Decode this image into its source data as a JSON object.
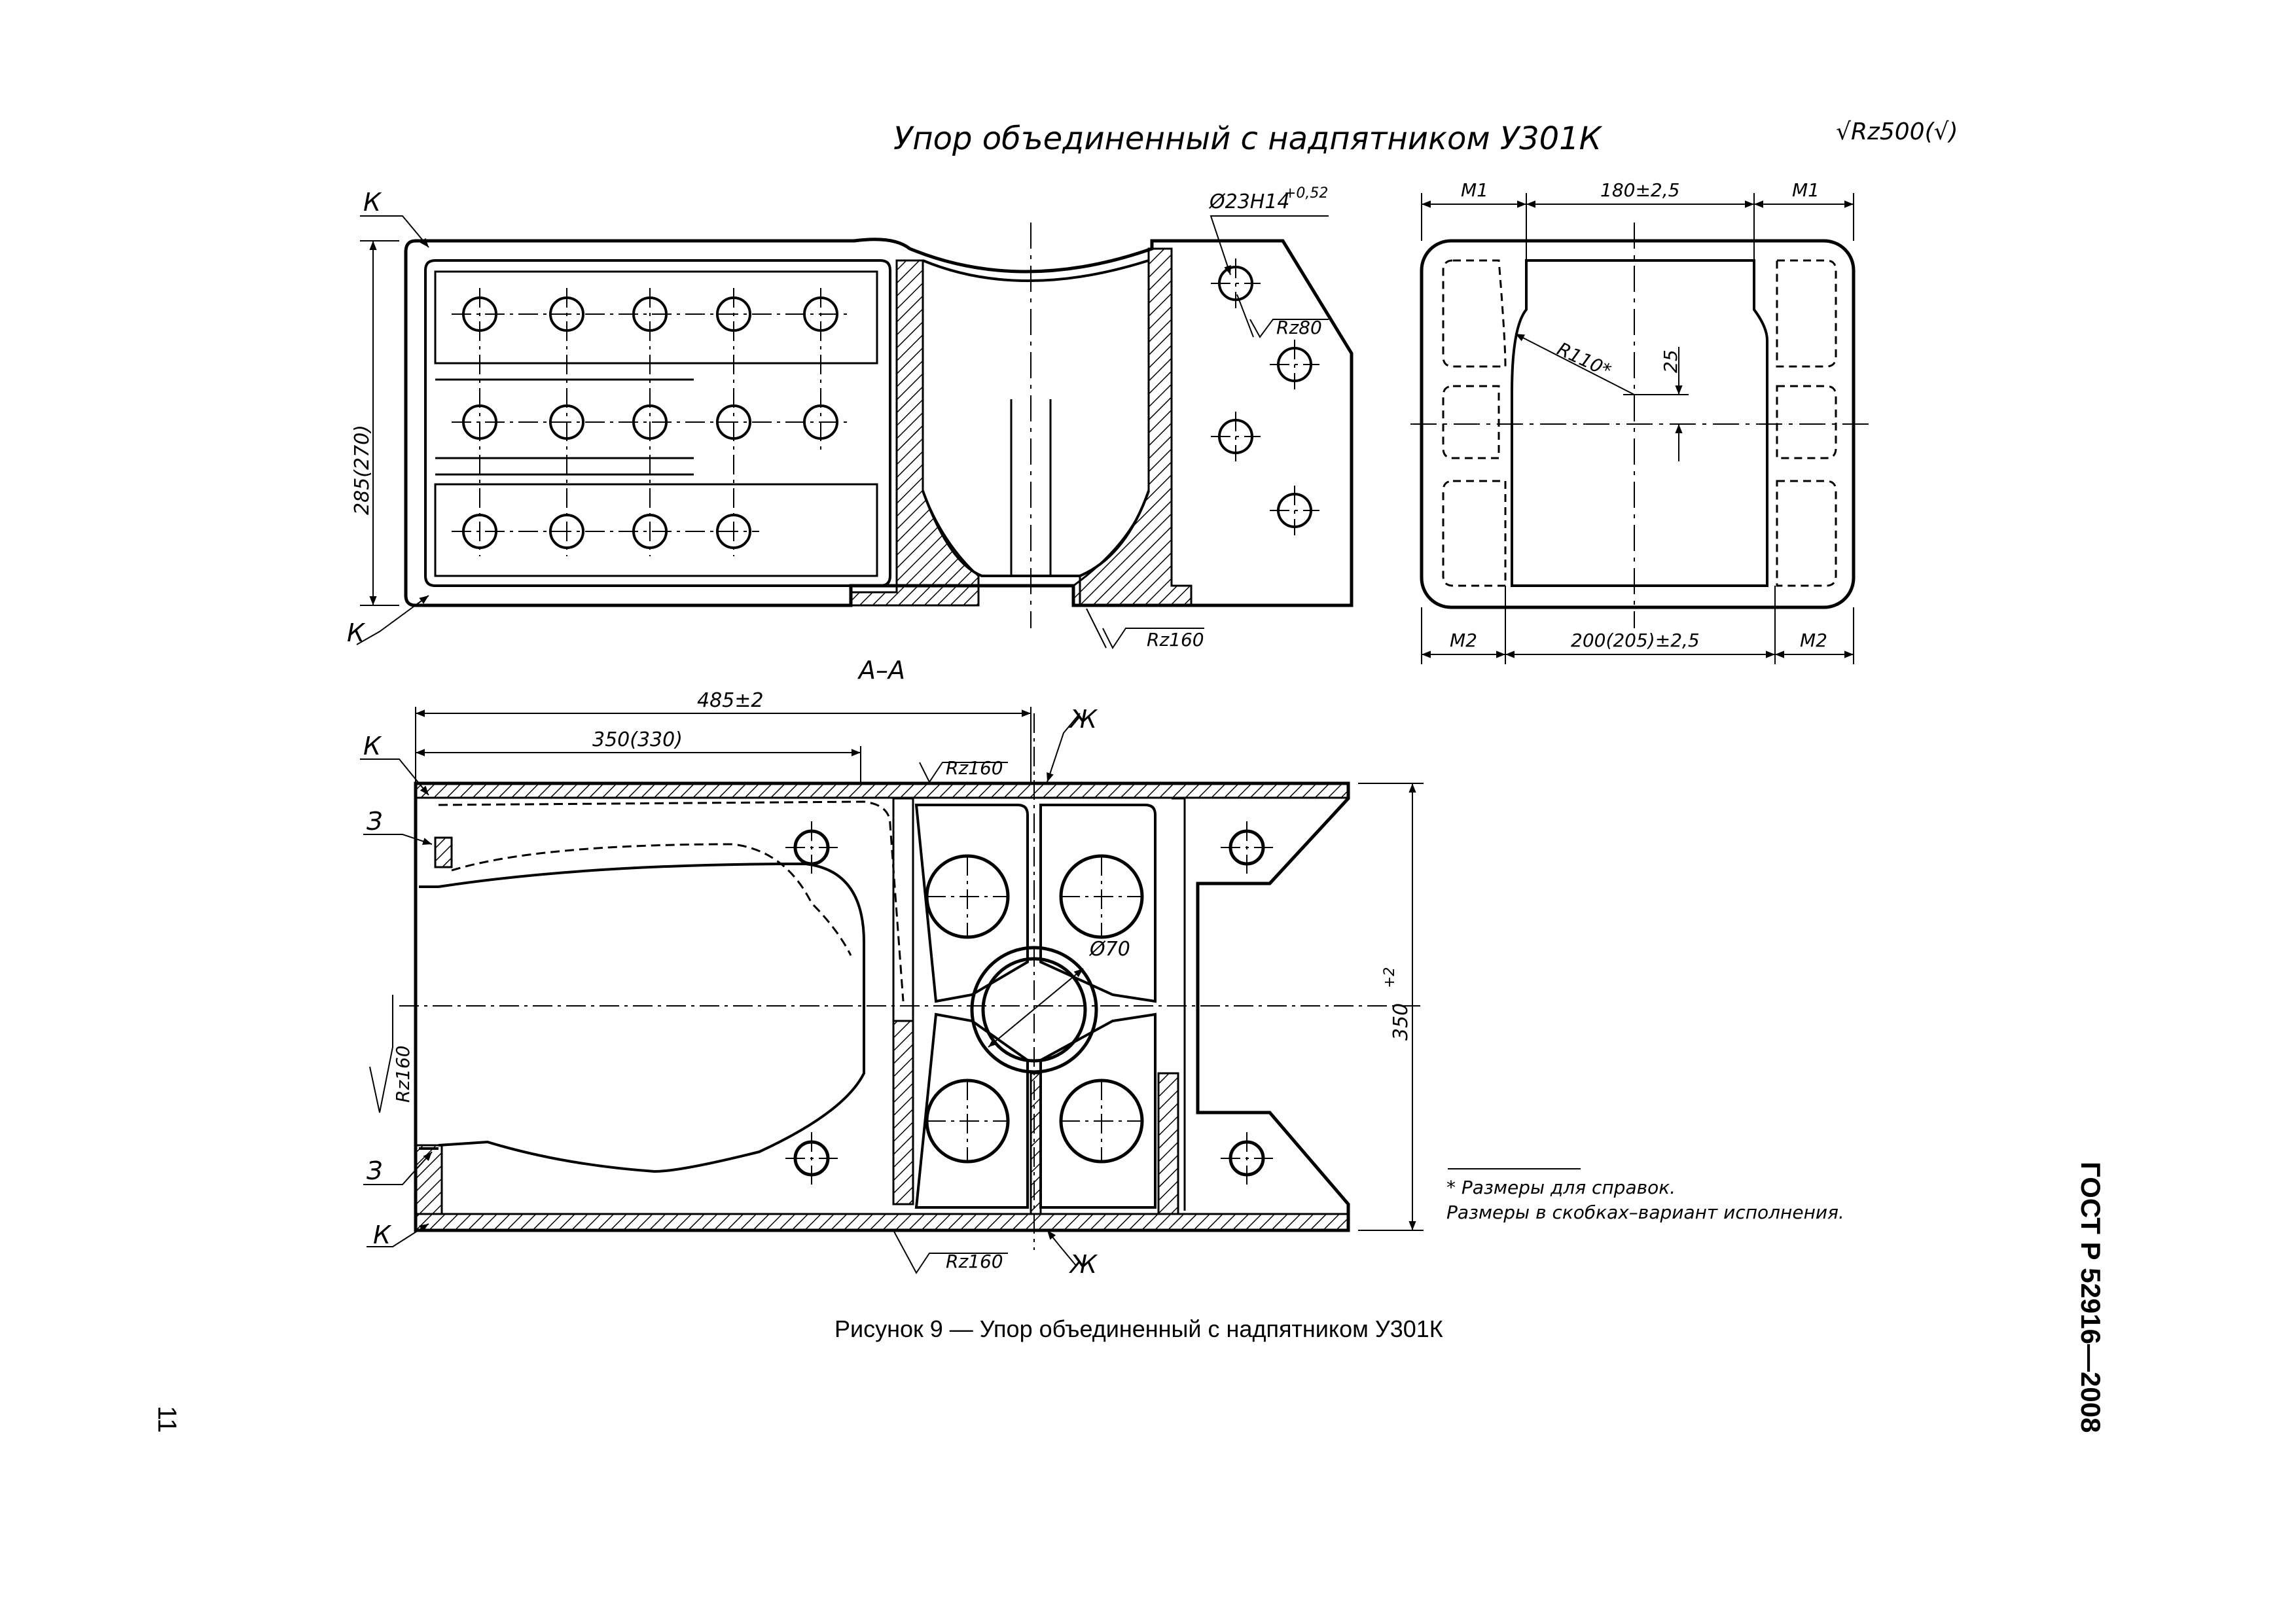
{
  "header": {
    "title": "Упор объединенный с надпятником У301К",
    "roughness_general": "√Rz500(√)"
  },
  "caption": "Рисунок 9 — Упор объединенный с надпятником У301К",
  "standard": "ГОСТ Р 52916—2008",
  "page_number": "11",
  "notes": {
    "line1": "* Размеры для справок.",
    "line2": "Размеры в скобках–вариант исполнения."
  },
  "top_view": {
    "label_k_top": "К",
    "label_k_bottom": "К",
    "dim_height": "285(270)",
    "hole_callout": "Ø23H14",
    "hole_tolerance": "+0,52",
    "rough_hole": "Rz80",
    "rough_bottom": "Rz160",
    "section_label": "А–А"
  },
  "end_view": {
    "dim_m1_left": "M1",
    "dim_top": "180±2,5",
    "dim_m1_right": "M1",
    "radius": "R110*",
    "dim_25": "25",
    "dim_m2_left": "M2",
    "dim_bottom": "200(205)±2,5",
    "dim_m2_right": "M2"
  },
  "section_view": {
    "dim_overall": "485±2",
    "dim_inner": "350(330)",
    "rough_top": "Rz160",
    "rough_bottom": "Rz160",
    "rough_left": "Rz160",
    "label_zh_top": "Ж",
    "label_zh_bottom": "Ж",
    "label_k_top": "К",
    "label_k_bottom": "К",
    "label_z_top": "З",
    "label_z_bottom": "З",
    "bore": "Ø70",
    "dim_height": "350",
    "dim_height_tol": "+2"
  }
}
